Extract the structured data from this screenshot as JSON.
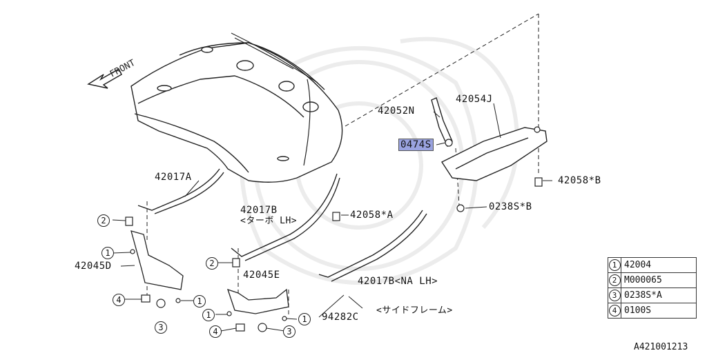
{
  "front_label": "FRONT",
  "parts": {
    "p42052N": "42052N",
    "p42054J": "42054J",
    "p0474S": "0474S",
    "p42058B": "42058*B",
    "p0238SB": "0238S*B",
    "p42017A": "42017A",
    "p42017B_turbo": "42017B",
    "turbo_note": "<ターボ LH>",
    "p42058A": "42058*A",
    "p42045D": "42045D",
    "p42045E": "42045E",
    "p42017B_na": "42017B<NA LH>",
    "p94282C": "94282C",
    "side_frame_note": "<サイドフレーム>"
  },
  "callouts": {
    "c1": "1",
    "c2": "2",
    "c3": "3",
    "c4": "4"
  },
  "legend": [
    {
      "num": "1",
      "value": "42004"
    },
    {
      "num": "2",
      "value": "M000065"
    },
    {
      "num": "3",
      "value": "0238S*A"
    },
    {
      "num": "4",
      "value": "0100S"
    }
  ],
  "reference": "A421001213",
  "colors": {
    "highlight": "#9aa3e0",
    "line": "#222222",
    "watermark": "#ececec"
  }
}
